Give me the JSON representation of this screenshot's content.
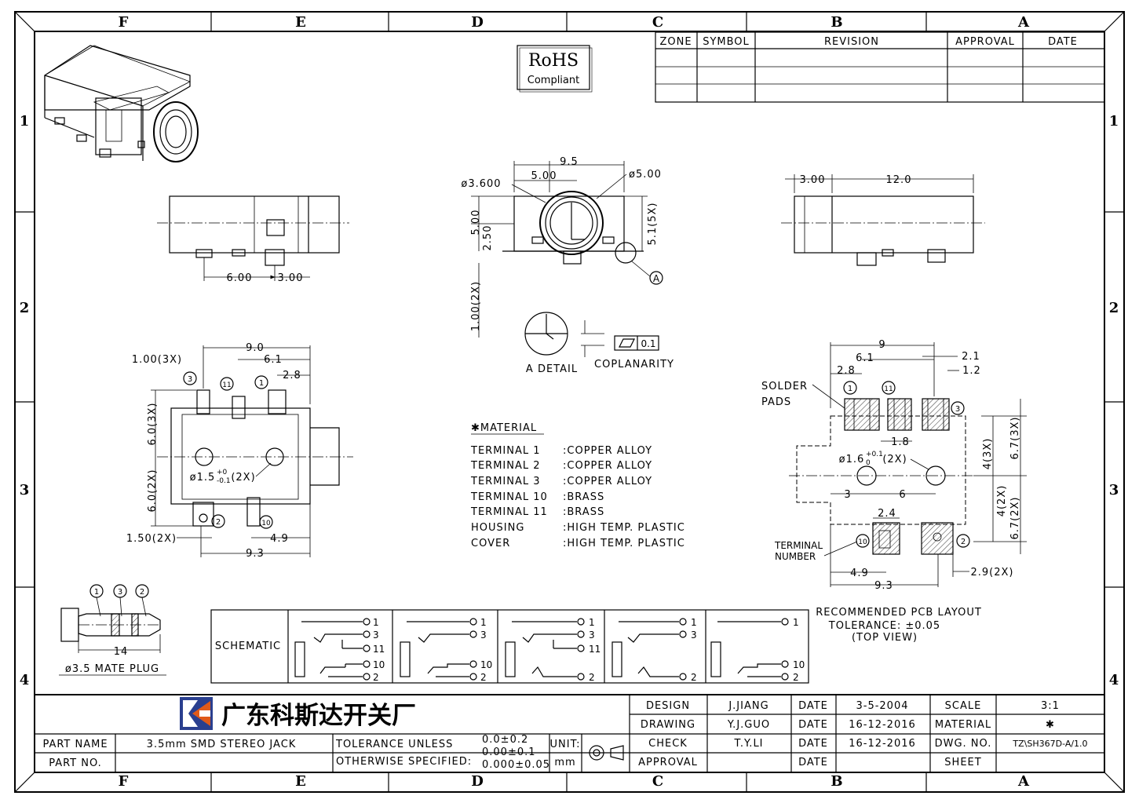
{
  "zones_top": [
    "F",
    "E",
    "D",
    "C",
    "B",
    "A"
  ],
  "zones_bottom": [
    "F",
    "E",
    "D",
    "C",
    "B",
    "A"
  ],
  "rows": [
    "1",
    "2",
    "3",
    "4"
  ],
  "revision_table": {
    "headers": [
      "ZONE",
      "SYMBOL",
      "REVISION",
      "APPROVAL",
      "DATE"
    ]
  },
  "rohs": {
    "title": "RoHS",
    "sub": "Compliant"
  },
  "dims": {
    "side_a": "6.00",
    "side_b": "3.00",
    "front_w": "9.5",
    "front_d1": "ø3.600",
    "front_d2": "5.00",
    "front_d3": "ø5.00",
    "front_h1": "5.00",
    "front_h2": "2.50",
    "front_h3": "5.1(5X)",
    "front_h4": "1.00(2X)",
    "side2_a": "3.00",
    "side2_b": "12.0",
    "top_w": "9.0",
    "top_a": "6.1",
    "top_b": "2.8",
    "top_c": "1.00(3X)",
    "top_h1": "6.0(3X)",
    "top_h2": "6.0(2X)",
    "top_hole": "ø1.5",
    "top_hole_tol_up": "+0",
    "top_hole_tol_dn": "-0.1",
    "top_hole_qty": "(2X)",
    "top_e": "1.50(2X)",
    "top_f": "4.9",
    "top_g": "9.3",
    "pcb_w": "9",
    "pcb_a": "6.1",
    "pcb_b": "2.8",
    "pcb_c": "2.1",
    "pcb_d": "1.2",
    "pcb_e": "1.8",
    "pcb_hole": "ø1.6",
    "pcb_hole_tol_up": "+0.1",
    "pcb_hole_tol_dn": "0",
    "pcb_hole_qty": "(2X)",
    "pcb_f": "3",
    "pcb_g": "6",
    "pcb_h1": "4(3X)",
    "pcb_h2": "6.7(3X)",
    "pcb_h3": "4(2X)",
    "pcb_h4": "6.7(2X)",
    "pcb_i": "2.4",
    "pcb_j": "4.9",
    "pcb_k": "9.3",
    "pcb_l": "2.9(2X)",
    "plug_len": "14"
  },
  "callouts": {
    "c1": "1",
    "c2": "2",
    "c3": "3",
    "c10": "10",
    "c11": "11",
    "detail_mark": "A"
  },
  "labels": {
    "a_detail": "A DETAIL",
    "coplanarity": "COPLANARITY",
    "coplanarity_val": "0.1",
    "solder_pads_1": "SOLDER",
    "solder_pads_2": "PADS",
    "terminal_number_1": "TERMINAL",
    "terminal_number_2": "NUMBER",
    "plug": "ø3.5 MATE PLUG",
    "schematic": "SCHEMATIC",
    "pcb_1": "RECOMMENDED PCB LAYOUT",
    "pcb_2": "TOLERANCE: ±0.05",
    "pcb_3": "(TOP VIEW)"
  },
  "material": {
    "title": "✱MATERIAL",
    "rows": [
      {
        "name": "TERMINAL 1",
        "value": ":COPPER ALLOY"
      },
      {
        "name": "TERMINAL 2",
        "value": ":COPPER ALLOY"
      },
      {
        "name": "TERMINAL 3",
        "value": ":COPPER ALLOY"
      },
      {
        "name": "TERMINAL 10",
        "value": ":BRASS"
      },
      {
        "name": "TERMINAL 11",
        "value": ":BRASS"
      },
      {
        "name": "HOUSING",
        "value": ":HIGH TEMP. PLASTIC"
      },
      {
        "name": "COVER",
        "value": ":HIGH TEMP. PLASTIC"
      }
    ]
  },
  "schematic_pins": {
    "s1": [
      "1",
      "3",
      "11",
      "10",
      "2"
    ],
    "s2": [
      "1",
      "3",
      "10",
      "2"
    ],
    "s3": [
      "1",
      "3",
      "11",
      "2"
    ],
    "s4": [
      "1",
      "3",
      "2"
    ],
    "s5": [
      "1",
      "10",
      "2"
    ]
  },
  "title_block": {
    "company": "广东科斯达开关厂",
    "part_name_label": "PART NAME",
    "part_name": "3.5mm SMD STEREO JACK",
    "part_no_label": "PART NO.",
    "tol_1": "TOLERANCE UNLESS",
    "tol_2": "OTHERWISE SPECIFIED:",
    "tol_v1": "0.0±0.2",
    "tol_v2": "0.00±0.1",
    "tol_v3": "0.000±0.05",
    "unit_label": "UNIT:",
    "unit": "mm",
    "design_label": "DESIGN",
    "design": "J.JIANG",
    "design_date": "3-5-2004",
    "drawing_label": "DRAWING",
    "drawing": "Y.J.GUO",
    "drawing_date": "16-12-2016",
    "check_label": "CHECK",
    "check": "T.Y.LI",
    "check_date": "16-12-2016",
    "approval_label": "APPROVAL",
    "date_label": "DATE",
    "scale_label": "SCALE",
    "scale": "3:1",
    "material_label": "MATERIAL",
    "material": "✱",
    "dwg_label": "DWG. NO.",
    "dwg": "TZ\\SH367D-A/1.0",
    "sheet_label": "SHEET"
  }
}
